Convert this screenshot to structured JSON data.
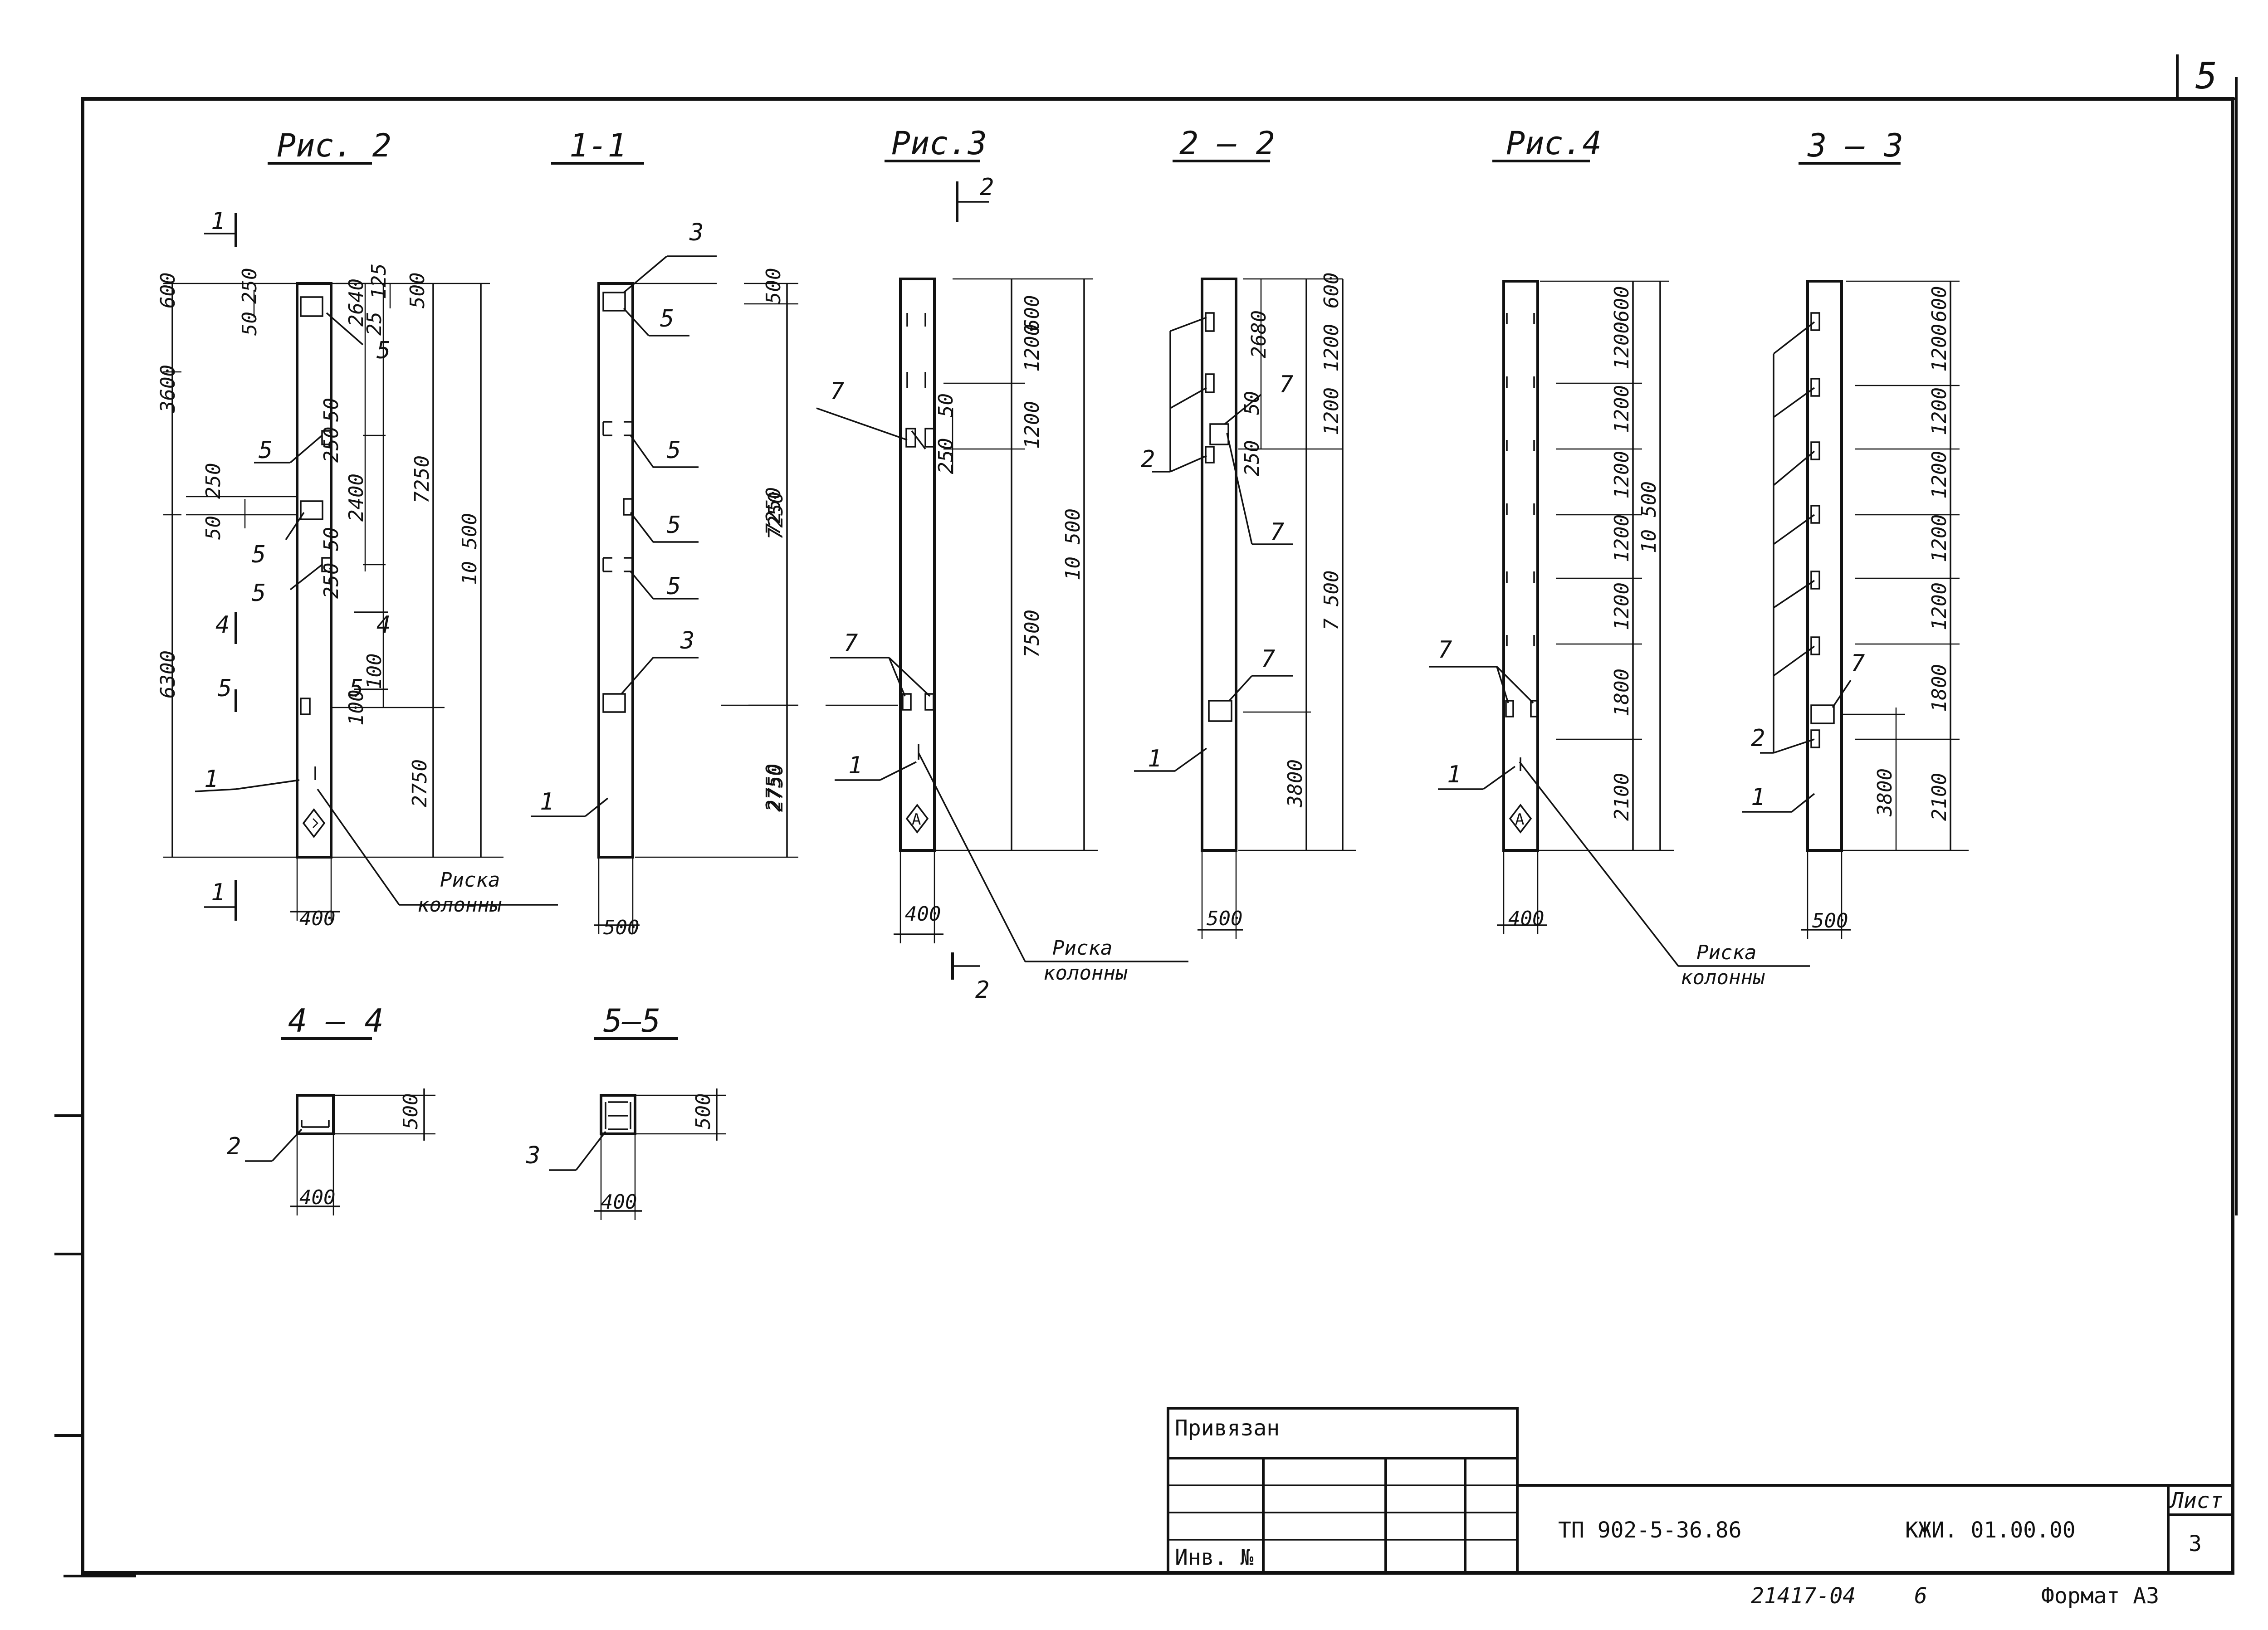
{
  "sheet": {
    "corner_number": "5",
    "sheet_label": "Лист",
    "sheet_number": "3",
    "doc_code": "ТП 902-5-36.86",
    "doc_mark": "КЖИ. 01.00.00",
    "inventory_label": "Инв. №",
    "bound_label": "Привязан",
    "footer_number": "21417-04",
    "footer_page": "6",
    "format_label": "Формат А3"
  },
  "titles": {
    "fig2": "Рис. 2",
    "sec11": "1-1",
    "fig3": "Рис.3",
    "sec22": "2 – 2",
    "fig4": "Рис.4",
    "sec33": "3 – 3",
    "sec44": "4 – 4",
    "sec55": "5–5"
  },
  "notes": {
    "riska": "Риска",
    "kolonny": "колонны"
  },
  "fig2": {
    "widths": {
      "col": "400"
    },
    "dims_left": [
      "600",
      "3600",
      "6300"
    ],
    "dims_small": [
      "250",
      "50",
      "250",
      "50",
      "250",
      "50",
      "250",
      "50",
      "100",
      "100"
    ],
    "dims_right_inner": [
      "2640",
      "25",
      "125",
      "500",
      "2400",
      "2750"
    ],
    "dims_right_outer": [
      "7250",
      "10 500"
    ],
    "callouts": [
      "5",
      "5",
      "5",
      "5",
      "1"
    ],
    "cuts": [
      "1",
      "1",
      "4",
      "4",
      "5",
      "5"
    ]
  },
  "sec11": {
    "width": "500",
    "dims": [
      "500",
      "7250",
      "2750"
    ],
    "callouts": [
      "3",
      "5",
      "5",
      "5",
      "5",
      "3",
      "1"
    ]
  },
  "fig3": {
    "width": "400",
    "dims_inner": [
      "600",
      "1200",
      "1200",
      "7500"
    ],
    "dims_small": [
      "50",
      "250"
    ],
    "dims_mid": [
      "7250",
      "2750"
    ],
    "dims_outer": [
      "10 500"
    ],
    "callouts": [
      "7",
      "7",
      "1"
    ],
    "cut": "2"
  },
  "sec22": {
    "width": "500",
    "dims_inner": [
      "600",
      "1200",
      "1200",
      "7 500"
    ],
    "dims_small": [
      "2680",
      "50",
      "250",
      "3800"
    ],
    "callouts": [
      "2",
      "7",
      "7",
      "7",
      "1"
    ]
  },
  "fig4": {
    "width": "400",
    "dims_inner": [
      "600",
      "1200",
      "1200",
      "1200",
      "1200",
      "1200",
      "1800",
      "2100"
    ],
    "dims_outer": [
      "10 500"
    ],
    "callouts": [
      "7",
      "1"
    ]
  },
  "sec33": {
    "width": "500",
    "dims_inner": [
      "600",
      "1200",
      "1200",
      "1200",
      "1200",
      "1200",
      "1800",
      "2100"
    ],
    "dims_small": [
      "3800"
    ],
    "callouts": [
      "7",
      "2",
      "1"
    ]
  },
  "sec44": {
    "width": "400",
    "height": "500",
    "callout": "2"
  },
  "sec55": {
    "width": "400",
    "height": "500",
    "callout": "3"
  }
}
